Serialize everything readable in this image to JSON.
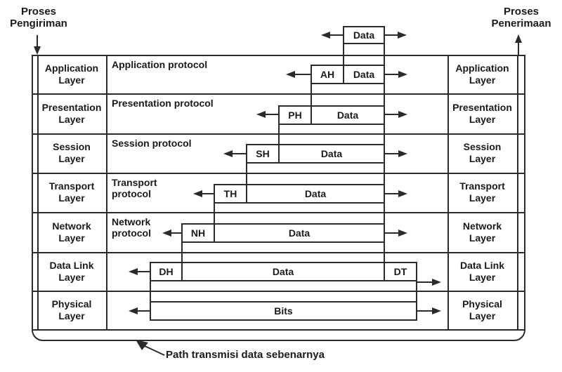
{
  "sender_label": "Proses\nPengiriman",
  "receiver_label": "Proses\nPenerimaan",
  "top_packet": {
    "data_label": "Data"
  },
  "rows": [
    {
      "layer": "Application\nLayer",
      "protocol": "Application protocol",
      "header": "AH",
      "data_label": "Data"
    },
    {
      "layer": "Presentation\nLayer",
      "protocol": "Presentation protocol",
      "header": "PH",
      "data_label": "Data"
    },
    {
      "layer": "Session\nLayer",
      "protocol": "Session protocol",
      "header": "SH",
      "data_label": "Data"
    },
    {
      "layer": "Transport\nLayer",
      "protocol": "Transport\nprotocol",
      "header": "TH",
      "data_label": "Data"
    },
    {
      "layer": "Network\nLayer",
      "protocol": "Network\nprotocol",
      "header": "NH",
      "data_label": "Data"
    },
    {
      "layer": "Data Link\nLayer",
      "header": "DH",
      "data_label": "Data",
      "trailer": "DT"
    },
    {
      "layer": "Physical\nLayer",
      "data_label": "Bits"
    }
  ],
  "caption": "Path transmisi data sebenarnya",
  "colors": {
    "line": "#2b2b2b",
    "text": "#1a1a1a",
    "bg": "#ffffff"
  }
}
